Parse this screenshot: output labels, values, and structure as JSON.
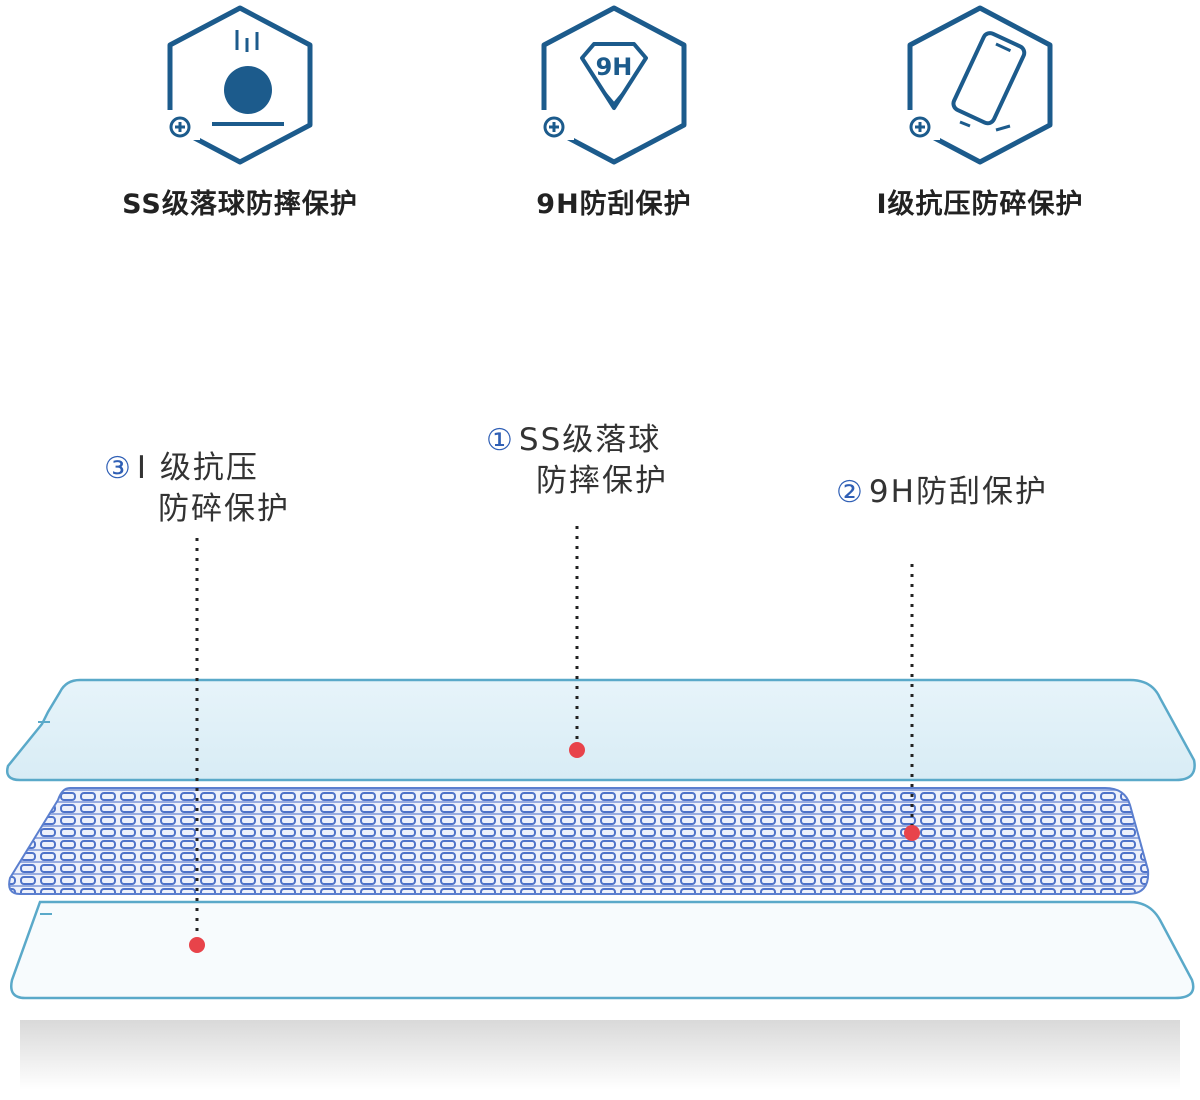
{
  "features": [
    {
      "icon": "ball-drop-icon",
      "label": "SS级落球防摔保护"
    },
    {
      "icon": "diamond-9h-icon",
      "badge": "9H",
      "label": "9H防刮保护"
    },
    {
      "icon": "phone-pressure-icon",
      "label": "I级抗压防碎保护"
    }
  ],
  "callouts": {
    "c1": {
      "num": "①",
      "line1": "SS级落球",
      "line2": "防摔保护"
    },
    "c2": {
      "num": "②",
      "line1": "9H防刮保护"
    },
    "c3": {
      "num": "③",
      "line1": "Ⅰ 级抗压",
      "line2": "防碎保护"
    }
  },
  "colors": {
    "icon_blue": "#1c5b8c",
    "callout_blue": "#2f5fb5",
    "marker_red": "#e8434a",
    "glass_edge": "#5aa9c9",
    "mesh_blue": "#4f73c9"
  }
}
